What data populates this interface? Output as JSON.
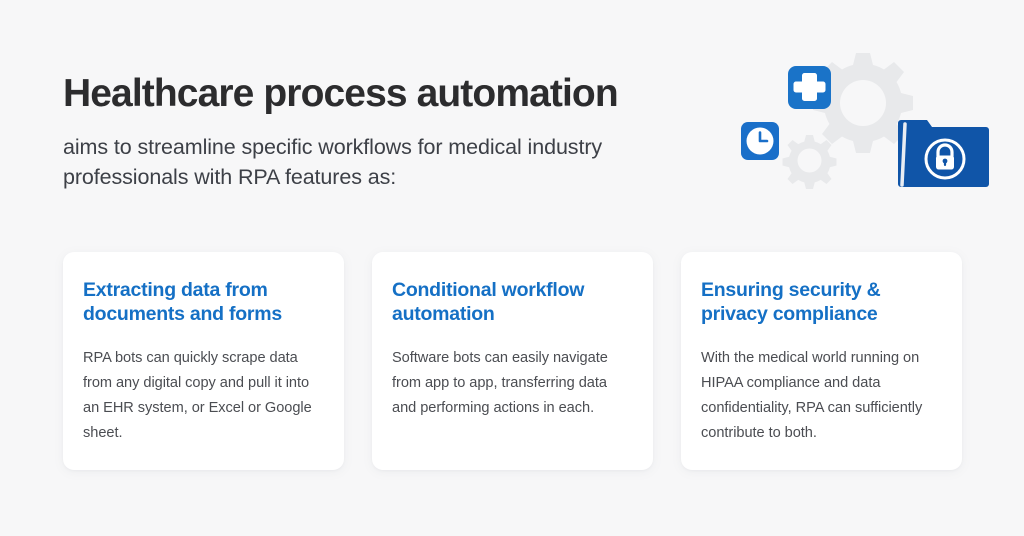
{
  "header": {
    "title": "Healthcare process automation",
    "subtitle": "aims to streamline specific workflows for medical industry professionals with RPA features as:"
  },
  "illustration": {
    "alt": "healthcare automation icons",
    "icons": [
      {
        "name": "gear-large-icon",
        "color": "#e8e9eb"
      },
      {
        "name": "gear-small-icon",
        "color": "#e8e9eb"
      },
      {
        "name": "medical-cross-icon",
        "color": "#1a73c8"
      },
      {
        "name": "clock-icon",
        "color": "#1a6fc9"
      },
      {
        "name": "folder-lock-icon",
        "color": "#1055a8"
      }
    ]
  },
  "cards": [
    {
      "title": "Extracting data from documents and forms",
      "body": "RPA bots can quickly scrape data from any digital copy and pull it into an EHR system, or Excel or Google sheet."
    },
    {
      "title": "Conditional workflow automation",
      "body": "Software bots can easily navigate from app to app, transferring data and performing actions in each."
    },
    {
      "title": "Ensuring security & privacy compliance",
      "body": "With the medical world running on HIPAA compliance and data confidentiality, RPA can sufficiently contribute to both."
    }
  ],
  "colors": {
    "background": "#f7f7f8",
    "card_background": "#ffffff",
    "accent_blue": "#1570c5",
    "deep_blue": "#1055a8",
    "heading": "#2c2c2e",
    "body_text": "#4b4d52",
    "gear_gray": "#e8e9eb"
  }
}
